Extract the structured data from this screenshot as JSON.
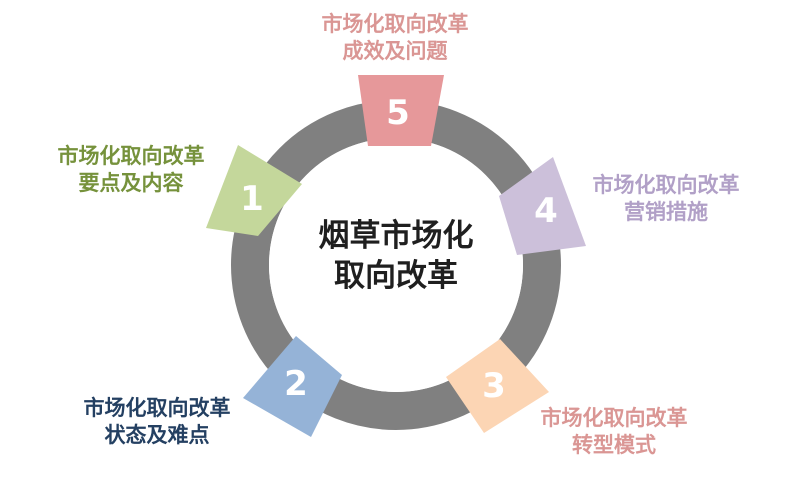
{
  "center": {
    "line1": "烟草市场化",
    "line2": "取向改革"
  },
  "items": [
    {
      "number": "1",
      "line1": "市场化取向改革",
      "line2": "要点及内容",
      "color": "#c4d79b",
      "text_color": "#76923c"
    },
    {
      "number": "2",
      "line1": "市场化取向改革",
      "line2": "状态及难点",
      "color": "#95b3d7",
      "text_color": "#244062"
    },
    {
      "number": "3",
      "line1": "市场化取向改革",
      "line2": "转型模式",
      "color": "#fcd5b4",
      "text_color": "#da9694"
    },
    {
      "number": "4",
      "line1": "市场化取向改革",
      "line2": "营销措施",
      "color": "#ccc0da",
      "text_color": "#b1a0c7"
    },
    {
      "number": "5",
      "line1": "市场化取向改革",
      "line2": "成效及问题",
      "color": "#e6989a",
      "text_color": "#da9694"
    }
  ],
  "ring_color": "#808080"
}
